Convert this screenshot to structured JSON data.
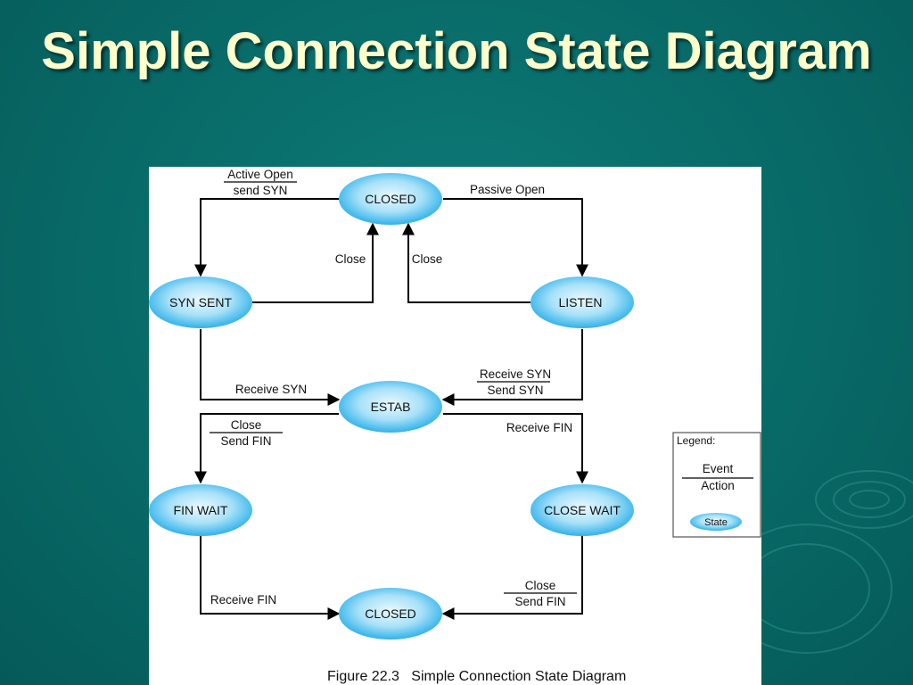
{
  "title": "Simple Connection State Diagram",
  "states": {
    "closed_top": "CLOSED",
    "syn_sent": "SYN SENT",
    "listen": "LISTEN",
    "estab": "ESTAB",
    "fin_wait": "FIN WAIT",
    "close_wait": "CLOSE WAIT",
    "closed_bottom": "CLOSED"
  },
  "transitions": {
    "active_open": {
      "event": "Active Open",
      "action": "send SYN"
    },
    "passive_open": "Passive Open",
    "close_left": "Close",
    "close_right": "Close",
    "receive_syn_left": "Receive SYN",
    "receive_syn_right": {
      "event": "Receive SYN",
      "action": "Send SYN"
    },
    "close_estab": {
      "event": "Close",
      "action": "Send FIN"
    },
    "receive_fin_right": "Receive FIN",
    "receive_fin_left": "Receive FIN",
    "close_bottom": {
      "event": "Close",
      "action": "Send FIN"
    }
  },
  "legend": {
    "title": "Legend:",
    "event": "Event",
    "action": "Action",
    "state": "State"
  },
  "caption": "Figure 22.3   Simple Connection State Diagram",
  "colors": {
    "background": "#086a67",
    "title": "#ffffcc",
    "state_fill_center": "#e8f8ff",
    "state_fill_edge": "#2fb3ea"
  }
}
